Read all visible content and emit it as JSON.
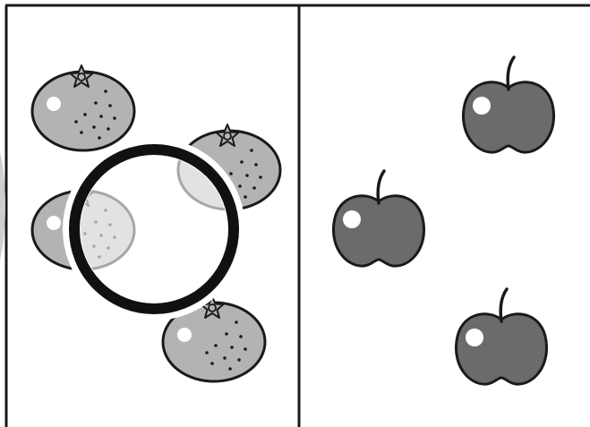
{
  "panels": {
    "left": {
      "fruit": "orange",
      "count": 4
    },
    "right": {
      "fruit": "apple",
      "count": 3
    }
  },
  "colors": {
    "background": "#ffffff",
    "outline": "#1a1a1a",
    "orange_fill": "#b3b3b3",
    "apple_fill": "#6b6b6b",
    "highlight": "#ffffff",
    "ring": "#111111"
  },
  "icons": {
    "orange": "orange-icon",
    "apple": "apple-icon",
    "ring": "circle-ring-icon"
  }
}
